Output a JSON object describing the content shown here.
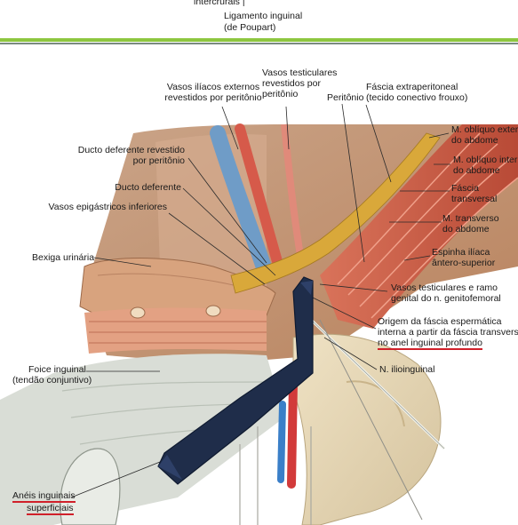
{
  "header": {
    "cut_text": "intercrurais",
    "ligament_line1": "Ligamento inguinal",
    "ligament_line2": "(de Poupart)"
  },
  "labels": {
    "vasos_iliacos_1": "Vasos ilíacos externos",
    "vasos_iliacos_2": "revestidos por peritônio",
    "vasos_testiculares_1": "Vasos testiculares",
    "vasos_testiculares_2": "revestidos por",
    "vasos_testiculares_3": "peritônio",
    "peritonio": "Peritônio",
    "fascia_extra_1": "Fáscia extraperitoneal",
    "fascia_extra_2": "(tecido conectivo frouxo)",
    "obliquo_externo_1": "M. oblíquo externo",
    "obliquo_externo_2": "do abdome",
    "obliquo_interno_1": "M. oblíquo interno",
    "obliquo_interno_2": "do abdome",
    "fascia_transversal_1": "Fáscia",
    "fascia_transversal_2": "transversal",
    "transverso_1": "M. transverso",
    "transverso_2": "do abdome",
    "espinha_1": "Espinha ilíaca",
    "espinha_2": "ântero-superior",
    "vasos_test_ramo_1": "Vasos testiculares e ramo",
    "vasos_test_ramo_2": "genital do n. genitofemoral",
    "origem_1": "Origem da fáscia espermática",
    "origem_2": "interna a partir da fáscia transversal",
    "origem_3": "no anel inguinal profundo",
    "ilioinguinal": "N. ilioinguinal",
    "ducto_revestido_1": "Ducto deferente revestido",
    "ducto_revestido_2": "por peritônio",
    "ducto_deferente": "Ducto deferente",
    "epigastricos": "Vasos epigástricos inferiores",
    "bexiga": "Bexiga urinária",
    "foice_1": "Foice inguinal",
    "foice_2": "(tendão conjuntivo)",
    "aneis_1": "Anéis inguinais",
    "aneis_2": "superficiais"
  },
  "colors": {
    "highlight_arrow": "#1f2d4a",
    "underline": "#d0202a",
    "divider_green": "#8dc63f",
    "muscle": "#c8583c",
    "fat": "#d9a83a",
    "artery": "#d23a3a",
    "vein": "#3a7fc8"
  }
}
